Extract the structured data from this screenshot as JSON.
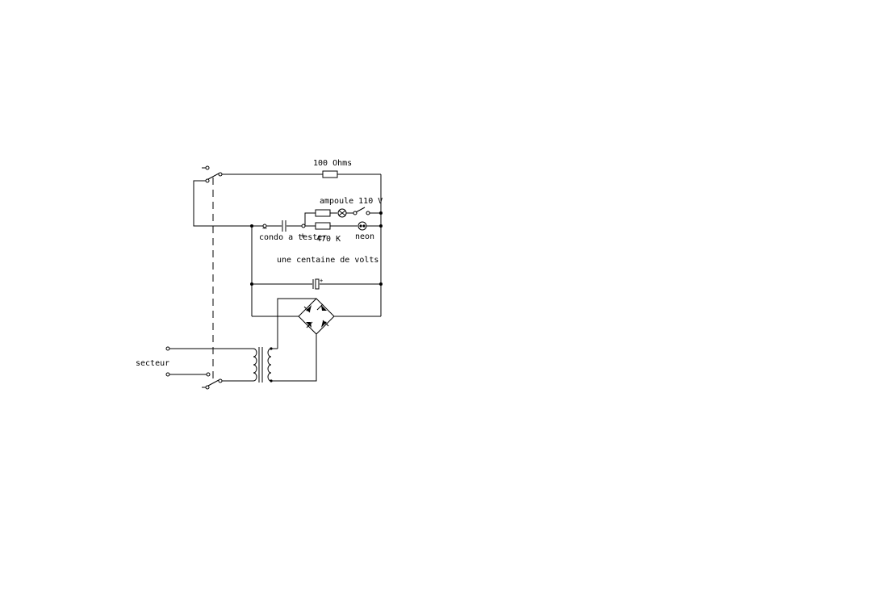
{
  "diagram": {
    "labels": {
      "resistor_100": "100 Ohms",
      "lamp": "ampoule 110 V",
      "cap_test": "condo a tester",
      "resistor_470": "470 K",
      "neon": "neon",
      "voltage": "une centaine de volts",
      "mains": "secteur",
      "minus": "−",
      "plus": "+"
    },
    "colors": {
      "line": "#000000",
      "background": "#ffffff"
    }
  }
}
